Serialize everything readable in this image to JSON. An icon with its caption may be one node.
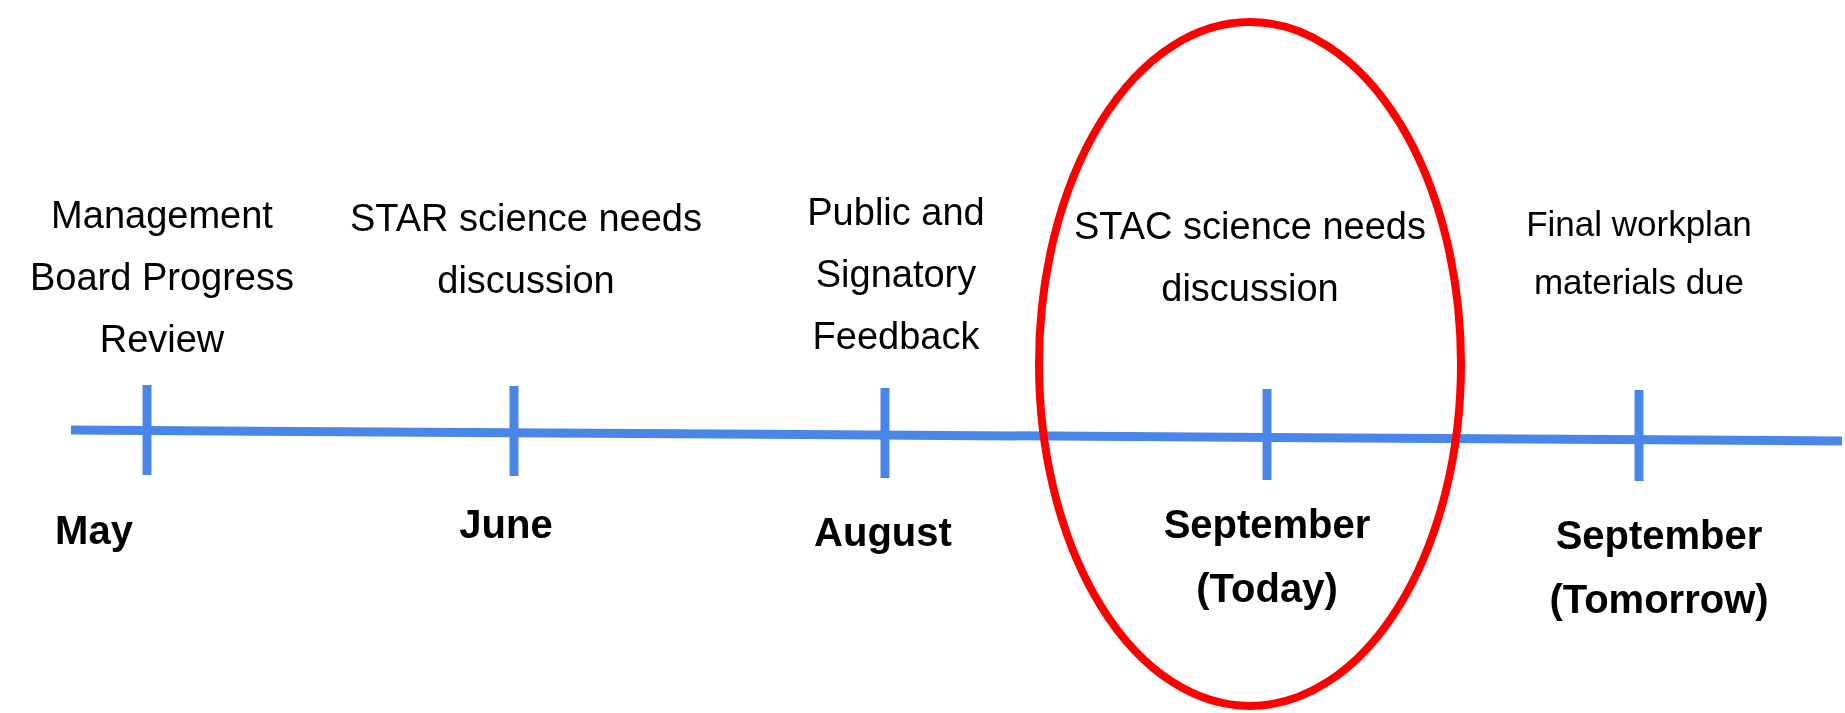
{
  "diagram": {
    "nodes": [
      {
        "text": [
          "STAC science needs discussion",
          "September (Today)"
        ]
      }
    ],
    "labels": [
      "Management Board Progress Review",
      "STAR science needs discussion",
      "Public and Signatory Feedback",
      "Final workplan materials due",
      "May",
      "June",
      "August",
      "September (Tomorrow)"
    ]
  }
}
